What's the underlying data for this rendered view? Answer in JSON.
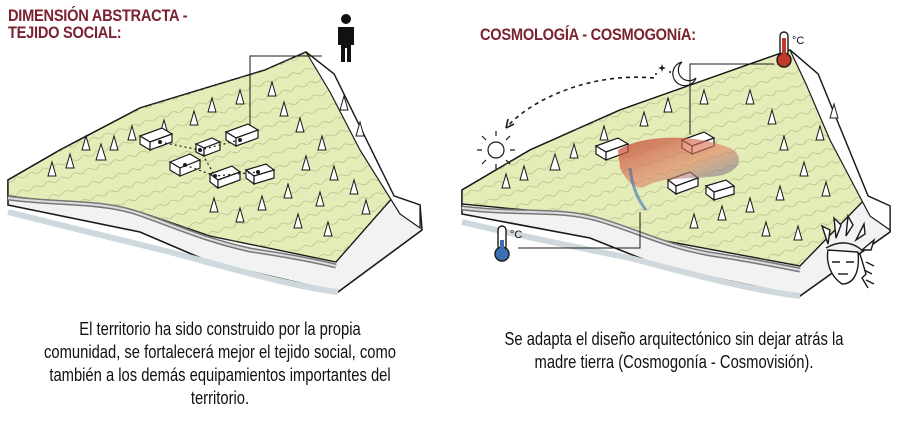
{
  "left": {
    "title_line1": "DIMENSIÓN ABSTRACTA -",
    "title_line2": "TEJIDO SOCIAL:",
    "caption_line1": "El territorio ha sido construido por la propia",
    "caption_line2": "comunidad, se fortalecerá mejor el tejido social, como",
    "caption_line3": "también a los demás equipamientos importantes del",
    "caption_line4": "territorio."
  },
  "right": {
    "title": "COSMOLOGÍA - COSMOGONíA:",
    "thermo_top_unit": "°C",
    "thermo_bottom_unit": "°C",
    "caption_line1": "Se adapta el diseño arquitectónico sin dejar atrás la",
    "caption_line2": "madre tierra (Cosmogonía - Cosmovisión)."
  },
  "colors": {
    "title": "#7a2230",
    "terrain": "#e4ecb8",
    "hot": "#c0392b",
    "cold": "#3a6fb0"
  }
}
